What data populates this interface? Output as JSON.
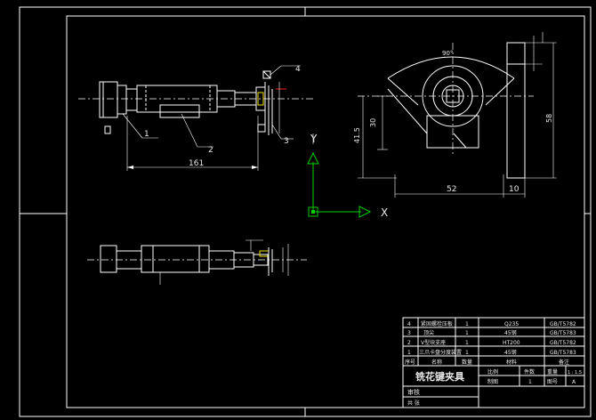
{
  "dims": {
    "front_length": "161",
    "top_width_w": "52",
    "top_offset_w": "10",
    "top_h_30": "30",
    "top_h_41": "41.5",
    "top_h_58": "58",
    "top_angle": "90°"
  },
  "balloons": {
    "b1": "1",
    "b2": "2",
    "b3": "3",
    "b4": "4"
  },
  "ucs": {
    "x": "X",
    "y": "Y"
  },
  "title_block": {
    "title": "铣花键夹具",
    "rows": [
      {
        "seq": "4",
        "name": "紧固螺栓压板",
        "qty": "1",
        "mat": "Q235",
        "note": "GB/T5782"
      },
      {
        "seq": "3",
        "name": "顶尖",
        "qty": "1",
        "mat": "45钢",
        "note": "GB/T5783"
      },
      {
        "seq": "2",
        "name": "V型块支座",
        "qty": "1",
        "mat": "HT200",
        "note": "GB/T5782"
      },
      {
        "seq": "1",
        "name": "三爪卡盘分度装置",
        "qty": "1",
        "mat": "45钢",
        "note": "GB/T5783"
      }
    ],
    "header": {
      "seq": "序号",
      "name": "名称",
      "qty": "数量",
      "mat": "材料",
      "note": "备注"
    },
    "labels": {
      "scale": "比例",
      "count": "件数",
      "weight": "重量",
      "drawn": "制图",
      "checked": "审核",
      "sheet": "图号",
      "no": "共  张",
      "drawing_no": "1 : 1.5",
      "part_count": "1",
      "sheet_no": "A"
    }
  }
}
